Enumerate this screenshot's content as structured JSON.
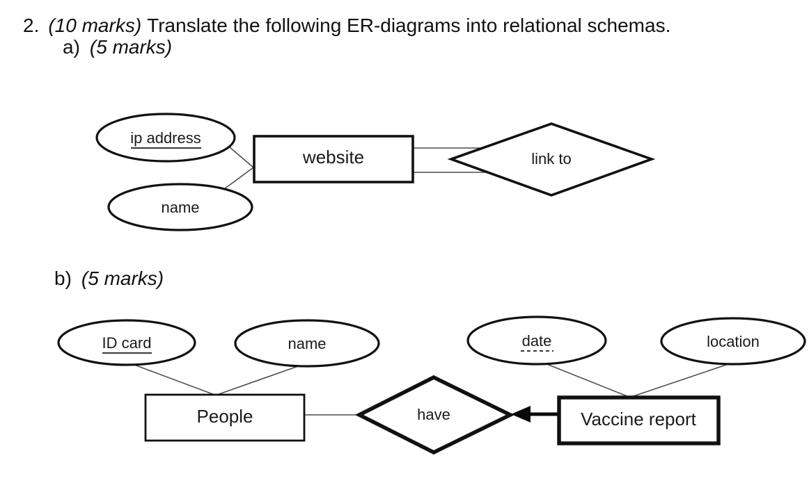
{
  "colors": {
    "ink": "#111111",
    "connector": "#4d4d4d",
    "background": "#ffffff"
  },
  "header": {
    "number": "2.",
    "marks": "(10 marks)",
    "text": "Translate the following ER-diagrams into relational schemas.",
    "part_a_label": "a)",
    "part_a_marks": "(5 marks)",
    "part_b_label": "b)",
    "part_b_marks": "(5 marks)"
  },
  "diagram_a": {
    "attributes": [
      {
        "label": "ip address",
        "underline": "solid"
      },
      {
        "label": "name",
        "underline": "none"
      }
    ],
    "entity": {
      "label": "website",
      "border": "normal"
    },
    "relationship": {
      "label": "link to",
      "border": "normal",
      "connector_to_entity": "double-line"
    }
  },
  "diagram_b": {
    "left_attributes": [
      {
        "label": "ID card",
        "underline": "solid"
      },
      {
        "label": "name",
        "underline": "none"
      }
    ],
    "right_attributes": [
      {
        "label": "date",
        "underline": "dashed"
      },
      {
        "label": "location",
        "underline": "none"
      }
    ],
    "left_entity": {
      "label": "People",
      "border": "normal"
    },
    "right_entity": {
      "label": "Vaccine report",
      "border": "bold"
    },
    "relationship": {
      "label": "have",
      "border": "bold",
      "arrow": "bold arrow from Vaccine report pointing into have"
    }
  }
}
